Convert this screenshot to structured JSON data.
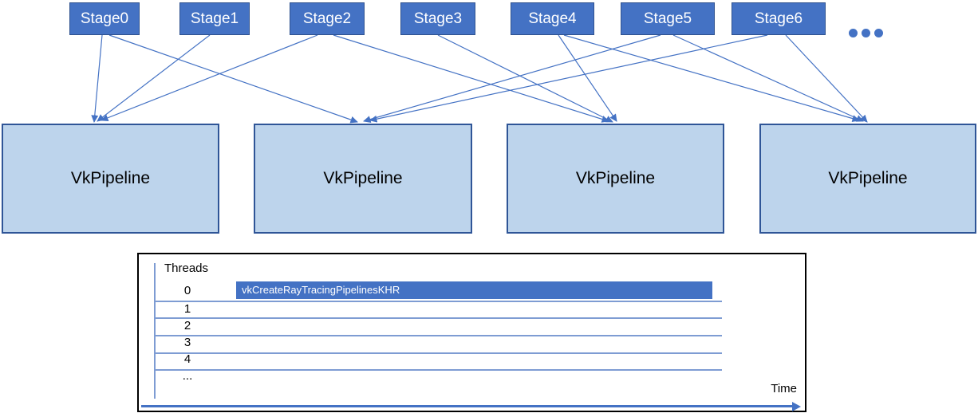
{
  "diagram": {
    "stages": [
      "Stage0",
      "Stage1",
      "Stage2",
      "Stage3",
      "Stage4",
      "Stage5",
      "Stage6"
    ],
    "stages_ellipsis_dots": 3,
    "pipelines": [
      "VkPipeline",
      "VkPipeline",
      "VkPipeline",
      "VkPipeline"
    ],
    "connections": [
      {
        "from": "Stage0",
        "to": "pipeline-1"
      },
      {
        "from": "Stage1",
        "to": "pipeline-1"
      },
      {
        "from": "Stage2",
        "to": "pipeline-1"
      },
      {
        "from": "Stage0",
        "to": "pipeline-2"
      },
      {
        "from": "Stage5",
        "to": "pipeline-2"
      },
      {
        "from": "Stage6",
        "to": "pipeline-2"
      },
      {
        "from": "Stage2",
        "to": "pipeline-3"
      },
      {
        "from": "Stage3",
        "to": "pipeline-3"
      },
      {
        "from": "Stage4",
        "to": "pipeline-3"
      },
      {
        "from": "Stage4",
        "to": "pipeline-4"
      },
      {
        "from": "Stage5",
        "to": "pipeline-4"
      },
      {
        "from": "Stage6",
        "to": "pipeline-4"
      }
    ]
  },
  "timeline": {
    "axis_title": "Threads",
    "thread_labels": [
      "0",
      "1",
      "2",
      "3",
      "4",
      "..."
    ],
    "bar_label": "vkCreateRayTracingPipelinesKHR",
    "bar_thread": "0",
    "time_label": "Time"
  },
  "colors": {
    "stage_fill": "#4472C4",
    "stage_border": "#2F528F",
    "pipeline_fill": "#BDD4EC",
    "pipeline_border": "#2F5597",
    "connector": "#4472C4",
    "grid_line": "#7E9CD3",
    "bar_fill": "#4472C4",
    "chart_border": "#000000",
    "text_on_blue": "#FFFFFF",
    "text_dark": "#000000"
  },
  "chart_data": {
    "type": "timeline",
    "ylabel": "Threads",
    "xlabel": "Time",
    "rows": [
      "0",
      "1",
      "2",
      "3",
      "4",
      "..."
    ],
    "bars": [
      {
        "row": "0",
        "label": "vkCreateRayTracingPipelinesKHR",
        "start_frac": 0.14,
        "end_frac": 0.87
      }
    ],
    "grid": true,
    "legend": false
  }
}
